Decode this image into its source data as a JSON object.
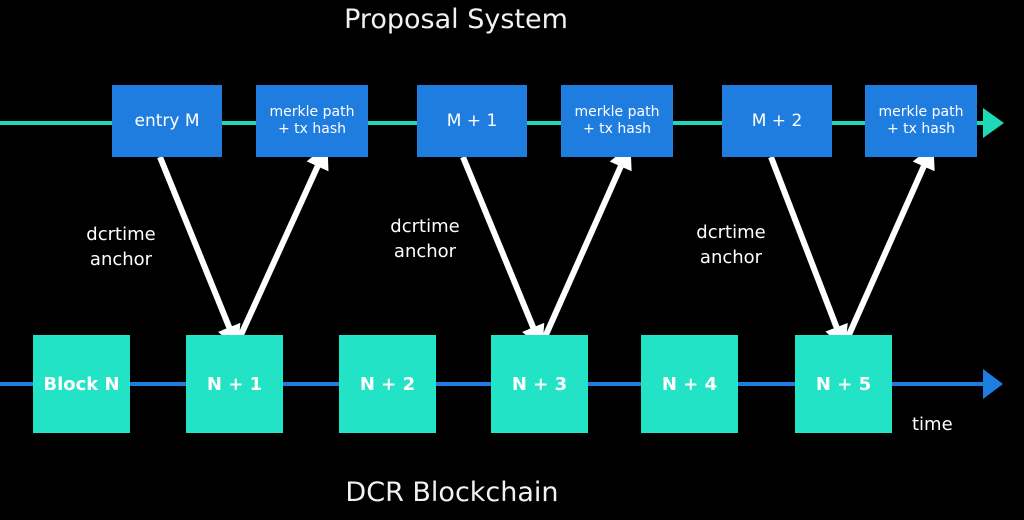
{
  "proposal_title": "Proposal System",
  "chain_title": "DCR Blockchain",
  "time_label": "time",
  "anchor_label": [
    "dcrtime",
    "anchor"
  ],
  "entries": [
    {
      "label": "entry M"
    },
    {
      "label": "M + 1"
    },
    {
      "label": "M + 2"
    }
  ],
  "merkle_label": [
    "merkle path",
    "+ tx hash"
  ],
  "blocks": [
    "Block N",
    "N + 1",
    "N + 2",
    "N + 3",
    "N + 4",
    "N + 5"
  ],
  "colors": {
    "proposal_line": "#1fd8b8",
    "chain_line": "#1f7de0",
    "entry_box": "#1f7de0",
    "block_box": "#22e3c6",
    "arrow": "#ffffff"
  }
}
